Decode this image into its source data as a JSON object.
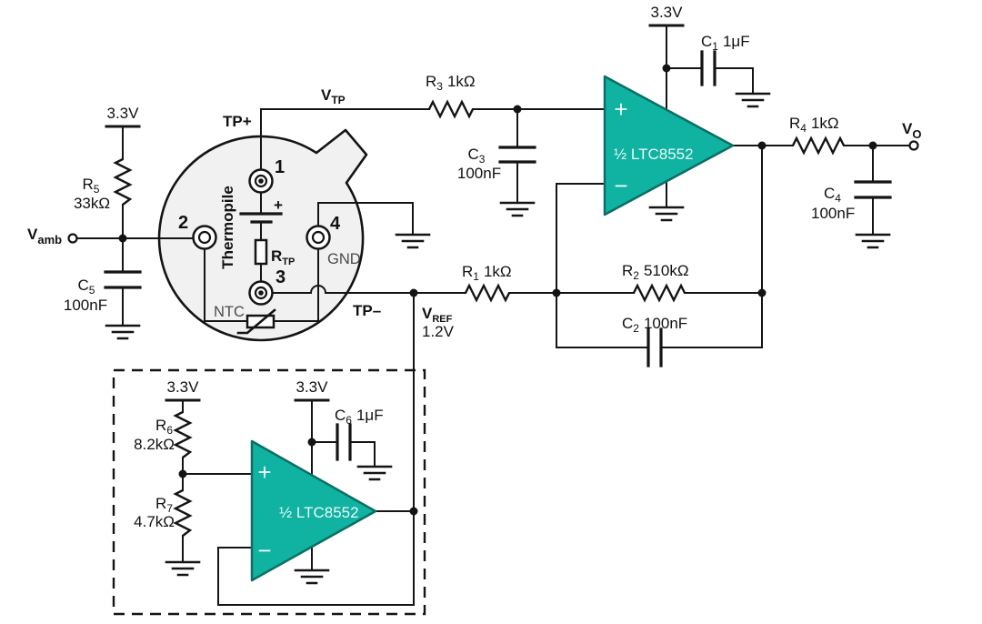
{
  "colors": {
    "opamp_fill": "#10B2A2",
    "opamp_stroke": "#0A6F64",
    "opamp_text": "#E9FBF7",
    "can_fill": "#F1F1F1",
    "wire": "#141414",
    "text": "#111111",
    "gray_text": "#4A4A4A",
    "background": "#FFFFFF"
  },
  "power": {
    "rail": "3.3V"
  },
  "nets": {
    "vamb": {
      "ref": "V",
      "sub": "amb"
    },
    "vtp": {
      "ref": "V",
      "sub": "TP"
    },
    "tp_plus": "TP+",
    "tp_minus": "TP–",
    "vref": {
      "ref": "V",
      "sub": "REF",
      "value": "1.2V"
    },
    "vo": {
      "ref": "V",
      "sub": "O"
    }
  },
  "sensor": {
    "pin1": "1",
    "pin2": "2",
    "pin3": "3",
    "pin4": "4",
    "gnd": "GND",
    "ntc": "NTC",
    "thermopile": "Thermopile",
    "plus": "+",
    "rtp": {
      "ref": "R",
      "sub": "TP"
    }
  },
  "opamp": {
    "label": "½ LTC8552",
    "plus": "+",
    "minus": "−"
  },
  "components": {
    "r1": {
      "ref": "R",
      "sub": "1",
      "value": "1kΩ"
    },
    "r2": {
      "ref": "R",
      "sub": "2",
      "value": "510kΩ"
    },
    "r3": {
      "ref": "R",
      "sub": "3",
      "value": "1kΩ"
    },
    "r4": {
      "ref": "R",
      "sub": "4",
      "value": "1kΩ"
    },
    "r5": {
      "ref": "R",
      "sub": "5",
      "value": "33kΩ"
    },
    "r6": {
      "ref": "R",
      "sub": "6",
      "value": "8.2kΩ"
    },
    "r7": {
      "ref": "R",
      "sub": "7",
      "value": "4.7kΩ"
    },
    "c1": {
      "ref": "C",
      "sub": "1",
      "value": "1μF"
    },
    "c2": {
      "ref": "C",
      "sub": "2",
      "value": "100nF"
    },
    "c3": {
      "ref": "C",
      "sub": "3",
      "value": "100nF"
    },
    "c4": {
      "ref": "C",
      "sub": "4",
      "value": "100nF"
    },
    "c5": {
      "ref": "C",
      "sub": "5",
      "value": "100nF"
    },
    "c6": {
      "ref": "C",
      "sub": "6",
      "value": "1μF"
    }
  }
}
